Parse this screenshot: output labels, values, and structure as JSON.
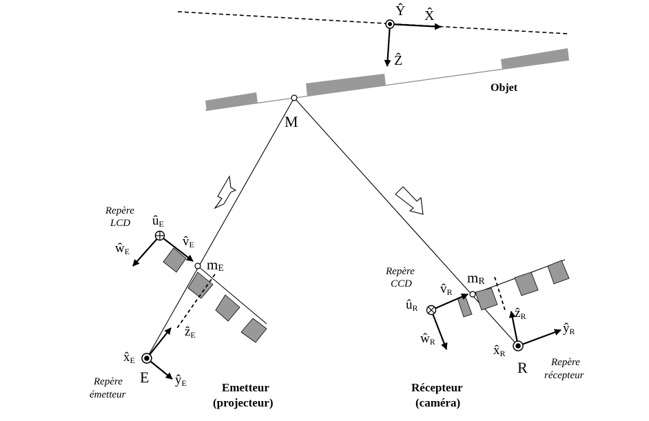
{
  "colors": {
    "ink": "#000000",
    "grey_block": "#999999",
    "background": "#ffffff"
  },
  "object": {
    "label": "Objet",
    "frame": {
      "x_axis": "X̂",
      "y_axis": "Ŷ",
      "z_axis": "Ẑ"
    }
  },
  "point_M": "M",
  "emitter": {
    "title_line1": "Emetteur",
    "title_line2": "(projecteur)",
    "origin": "E",
    "frame_label_line1": "Repère",
    "frame_label_line2": "émetteur",
    "axes": {
      "x": "x̂",
      "y": "ŷ",
      "z": "ẑ",
      "sub": "E"
    },
    "lcd": {
      "label_line1": "Repère",
      "label_line2": "LCD",
      "axes": {
        "u": "û",
        "v": "v̂",
        "w": "ŵ",
        "sub": "E"
      },
      "image_point": "m",
      "image_point_sub": "E"
    }
  },
  "receiver": {
    "title_line1": "Récepteur",
    "title_line2": "(caméra)",
    "origin": "R",
    "frame_label_line1": "Repère",
    "frame_label_line2": "récepteur",
    "axes": {
      "x": "x̂",
      "y": "ŷ",
      "z": "ẑ",
      "sub": "R"
    },
    "ccd": {
      "label_line1": "Repère",
      "label_line2": "CCD",
      "axes": {
        "u": "û",
        "v": "v̂",
        "w": "ŵ",
        "sub": "R"
      },
      "image_point": "m",
      "image_point_sub": "R"
    }
  }
}
